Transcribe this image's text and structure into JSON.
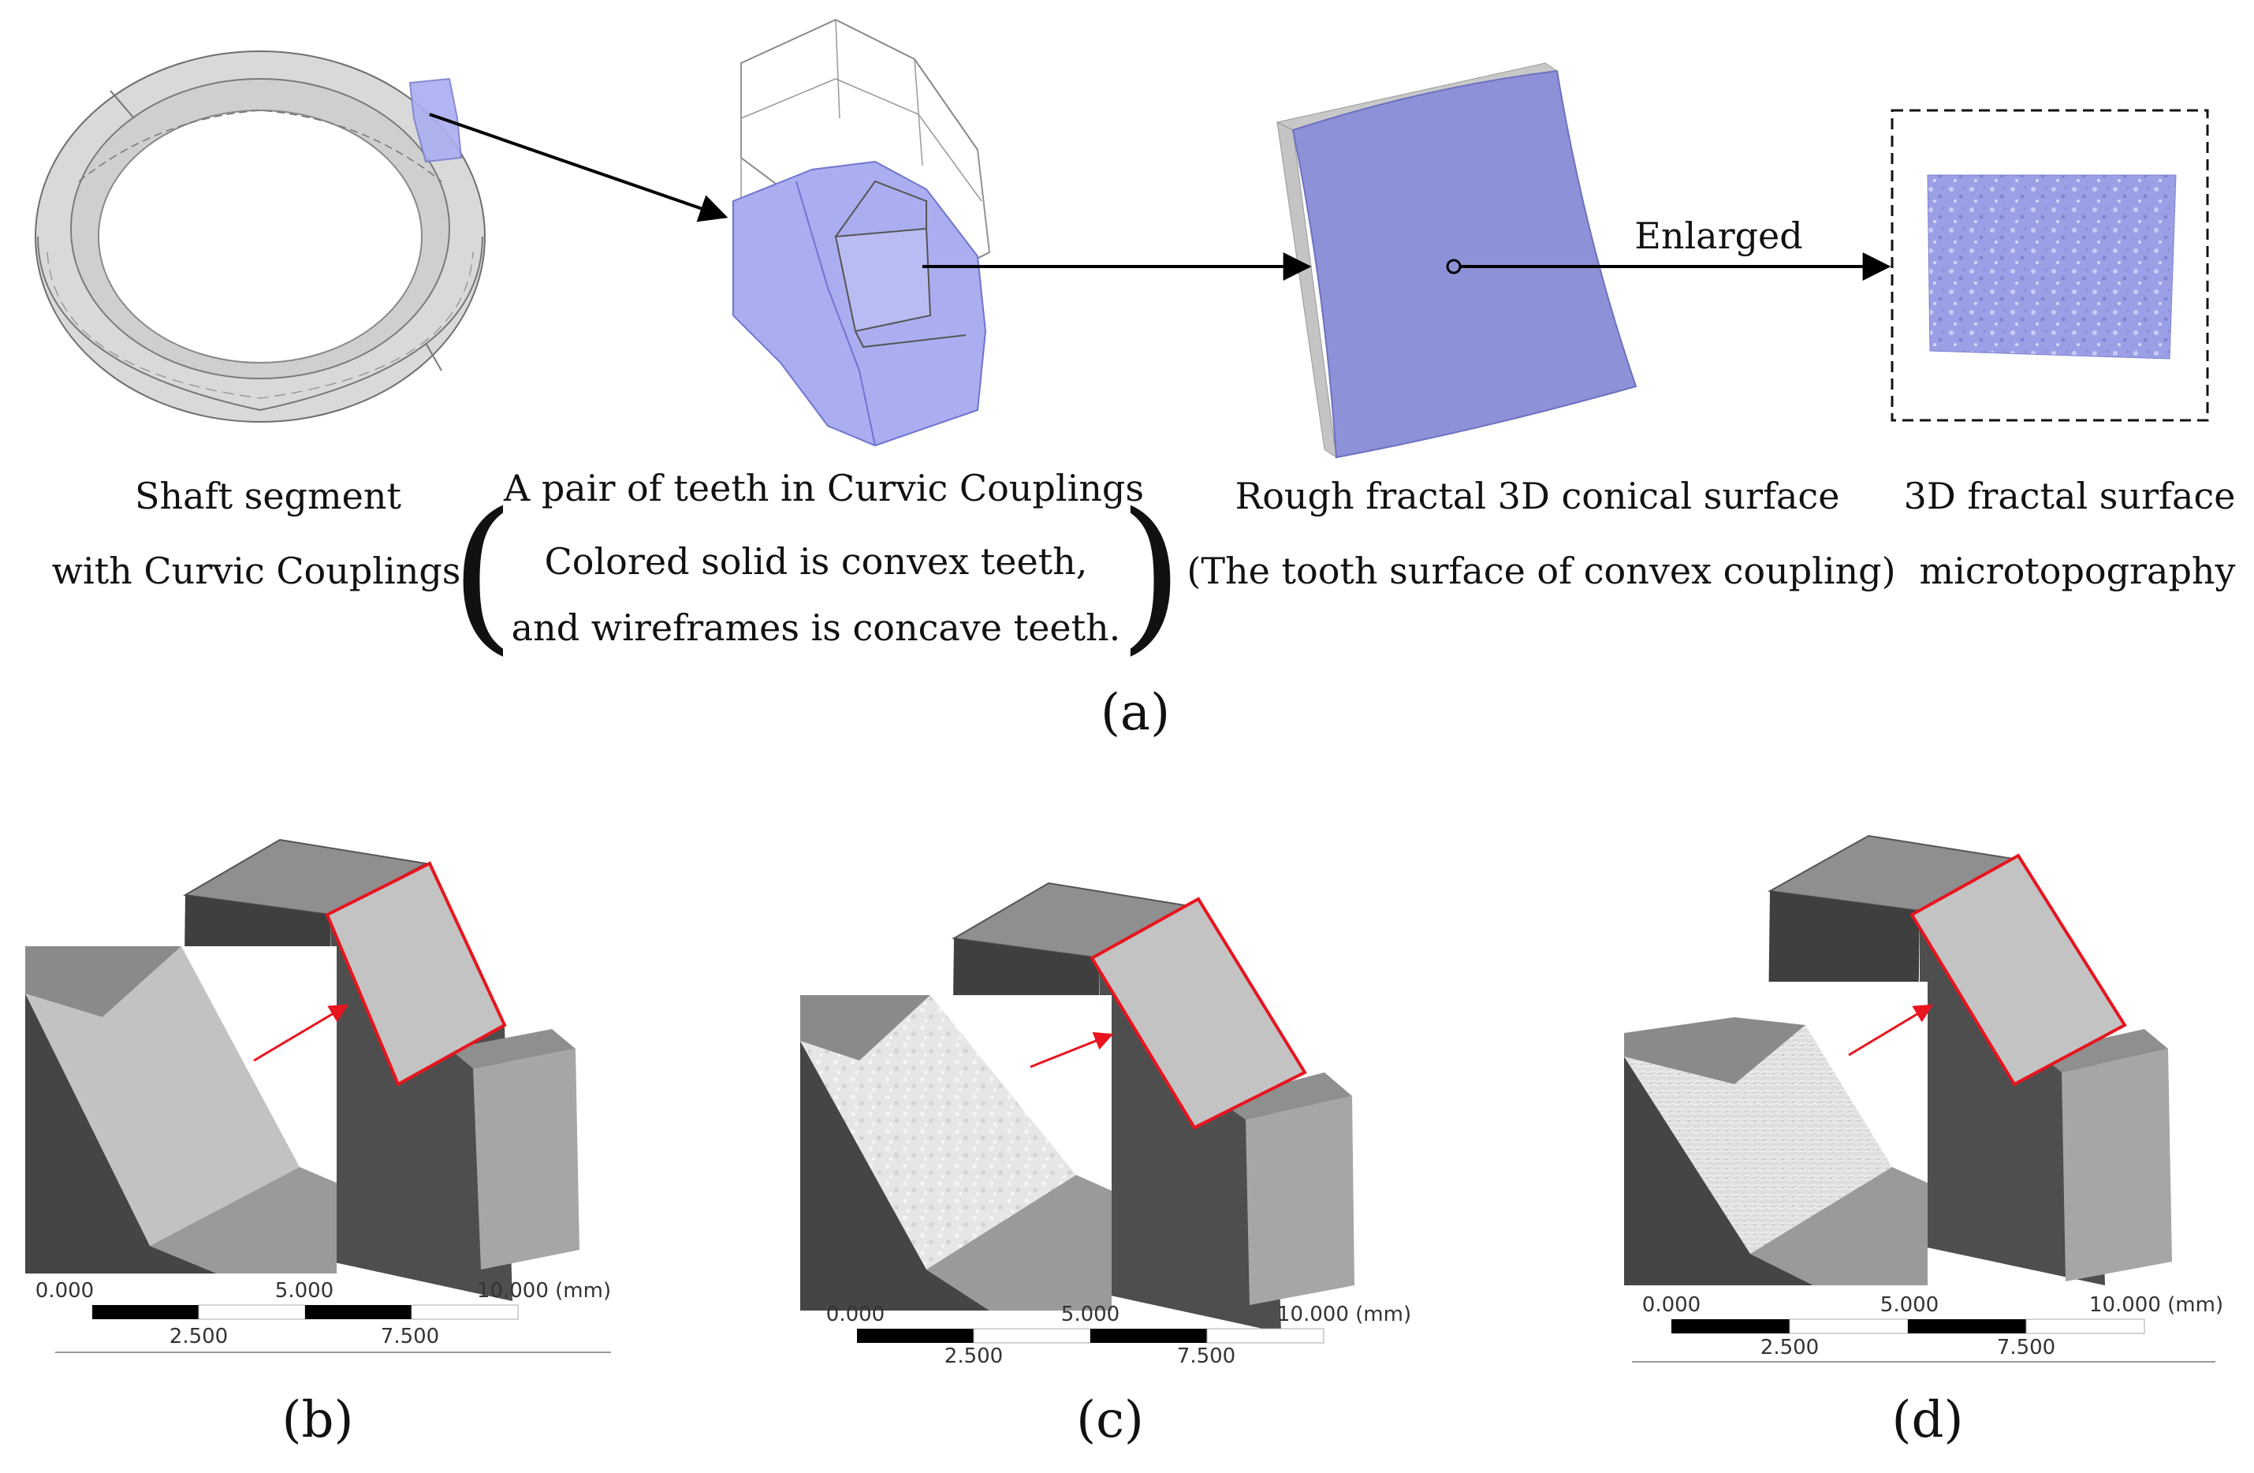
{
  "panel_a": {
    "labels": {
      "shaft_line1": "Shaft segment",
      "shaft_line2": "with Curvic Couplings",
      "teeth_title": "A pair of teeth in Curvic Couplings",
      "teeth_paren_line1": "Colored solid is  convex  teeth,",
      "teeth_paren_line2": "and wireframes  is  concave  teeth.",
      "rough_line1": "Rough fractal  3D conical surface",
      "rough_line2": "(The tooth surface of convex coupling)",
      "fractal_line1": "3D fractal surface",
      "fractal_line2": "microtopography",
      "enlarged": "Enlarged"
    },
    "caption": "(a)"
  },
  "panels_bottom": [
    {
      "id": "b",
      "caption": "(b)",
      "scale": {
        "t0": "0.000",
        "t5": "5.000",
        "t10": "10.000 (mm)",
        "t25": "2.500",
        "t75": "7.500"
      }
    },
    {
      "id": "c",
      "caption": "(c)",
      "scale": {
        "t0": "0.000",
        "t5": "5.000",
        "t10": "10.000 (mm)",
        "t25": "2.500",
        "t75": "7.500"
      }
    },
    {
      "id": "d",
      "caption": "(d)",
      "scale": {
        "t0": "0.000",
        "t5": "5.000",
        "t10": "10.000 (mm)",
        "t25": "2.500",
        "t75": "7.500"
      }
    }
  ],
  "colors": {
    "tooth_blue": "#aaaef0",
    "surface_blue": "#8d92d8",
    "highlight_red": "#e8141e",
    "ring_gray": "#d9d9d9",
    "solid_dark": "#4a4a4a"
  }
}
